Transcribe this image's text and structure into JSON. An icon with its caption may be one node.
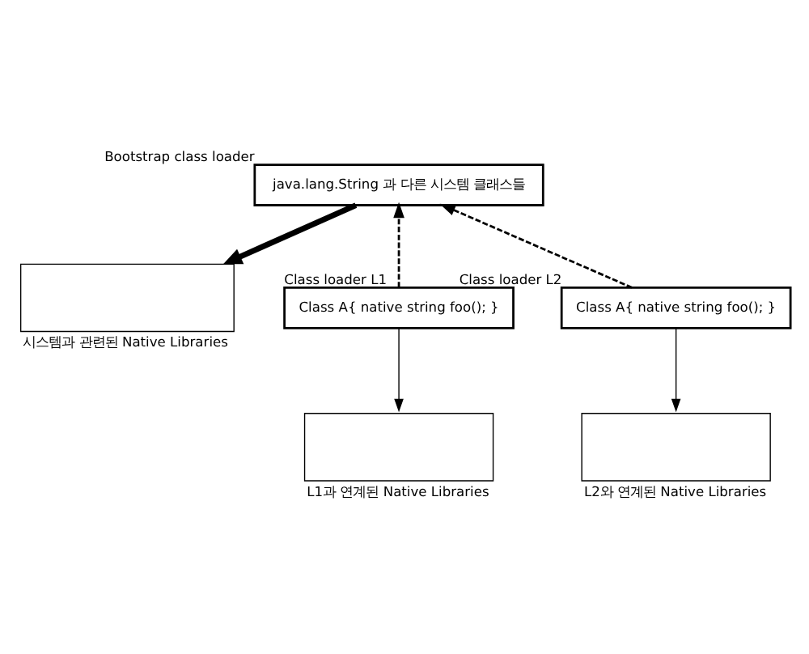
{
  "diagram": {
    "nodes": [
      {
        "text": [
          "java.lang.String 과 다른 시스템 클래스들"
        ],
        "beside": [
          "Bootstrap class loader"
        ]
      },
      {
        "text": [],
        "shape": "box",
        "beside": [
          "시스템과 관련된 Native Libraries"
        ]
      },
      {
        "text": [
          "Class A{ native string foo(); }"
        ],
        "beside": [
          "Class loader L1"
        ]
      },
      {
        "text": [
          "Class A{ native string foo(); }"
        ],
        "beside": [
          "Class loader L2"
        ]
      },
      {
        "text": [],
        "shape": "box",
        "beside": [
          "L1과 연계된 Native Libraries"
        ]
      },
      {
        "text": [],
        "shape": "box",
        "beside": [
          "L2와 연계된 Native Libraries"
        ]
      }
    ],
    "edges": [
      {
        "from": 0,
        "to": 1,
        "arrow": "to",
        "style": "thick"
      },
      {
        "from": 2,
        "to": 0,
        "arrow": "to",
        "style": "dashed"
      },
      {
        "from": 3,
        "to": 0,
        "arrow": "to",
        "style": "dashed"
      },
      {
        "from": 2,
        "to": 4,
        "arrow": "to"
      },
      {
        "from": 3,
        "to": 5,
        "arrow": "to"
      }
    ]
  }
}
